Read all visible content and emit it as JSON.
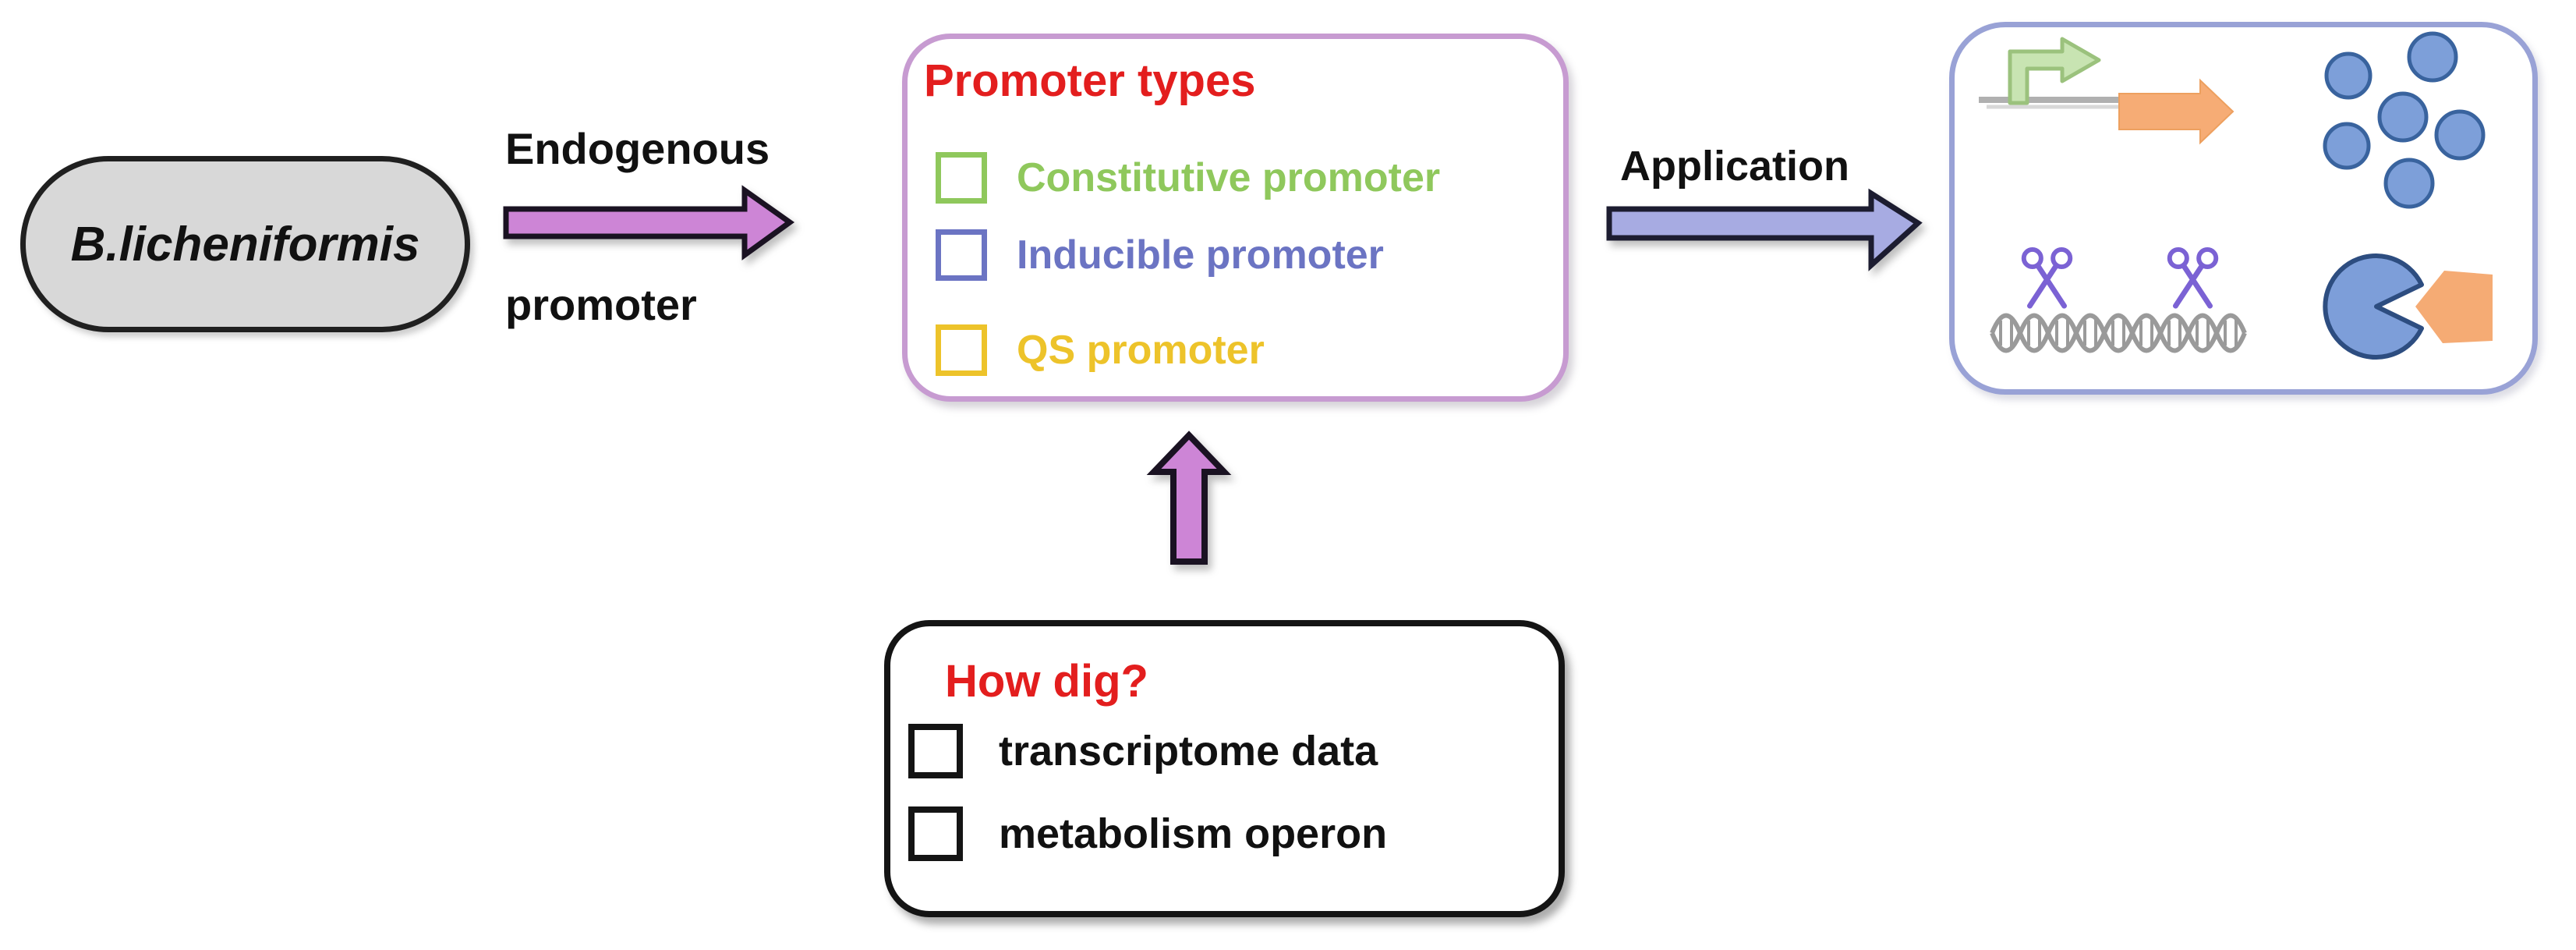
{
  "diagram": {
    "organism_node": {
      "label": "B.licheniformis",
      "fill": "#d8d8d8"
    },
    "endogenous_promoter_arrow": {
      "label_line1": "Endogenous",
      "label_line2": "promoter",
      "fill": "#cd85d6"
    },
    "promoter_types_box": {
      "title": "Promoter types",
      "title_color": "#e31e1e",
      "border_color": "#c79bd1",
      "items": [
        {
          "label": "Constitutive promoter",
          "color": "#8fc85c"
        },
        {
          "label": "Inducible promoter",
          "color": "#6b74c3"
        },
        {
          "label": "QS promoter",
          "color": "#edc32a"
        }
      ]
    },
    "how_dig_arrow": {
      "fill": "#cd85d6"
    },
    "how_dig_box": {
      "title": "How dig?",
      "title_color": "#e31e1e",
      "items": [
        {
          "label": "transcriptome data"
        },
        {
          "label": "metabolism operon"
        }
      ]
    },
    "application_arrow": {
      "label": "Application",
      "fill": "#a7abe2"
    },
    "application_box": {
      "border_color": "#99a2d6",
      "icons": [
        {
          "name": "promoter-gene-expression-icon"
        },
        {
          "name": "protein-product-dots-icon"
        },
        {
          "name": "dna-scissors-icon"
        },
        {
          "name": "enzyme-substrate-icon"
        }
      ]
    }
  }
}
